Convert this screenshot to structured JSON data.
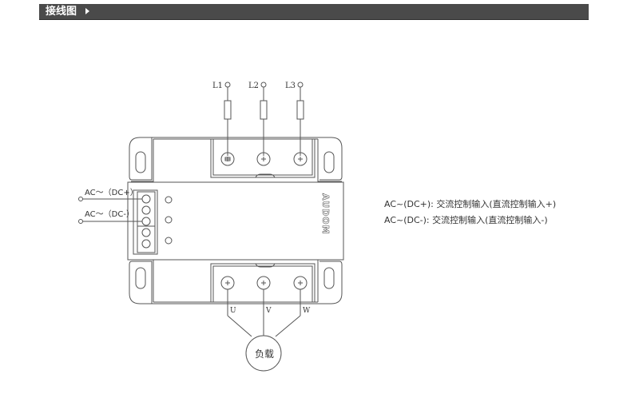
{
  "header": {
    "title": "接线图",
    "arrow_icon": "triangle-right-icon",
    "background_color": "#4a4a4a"
  },
  "diagram": {
    "line_color": "#555555",
    "phase_inputs": [
      "L1",
      "L2",
      "L3"
    ],
    "phase_outputs": [
      "U",
      "V",
      "W"
    ],
    "load_label": "负载",
    "control_inputs": [
      "AC～（DC+）",
      "AC～（DC-）"
    ],
    "brand_logo": "AUDOM",
    "control_terminal_count": 5,
    "indicator_led_count": 3
  },
  "legend": [
    "AC~(DC+): 交流控制输入(直流控制输入+)",
    "AC~(DC-): 交流控制输入(直流控制输入-)"
  ]
}
